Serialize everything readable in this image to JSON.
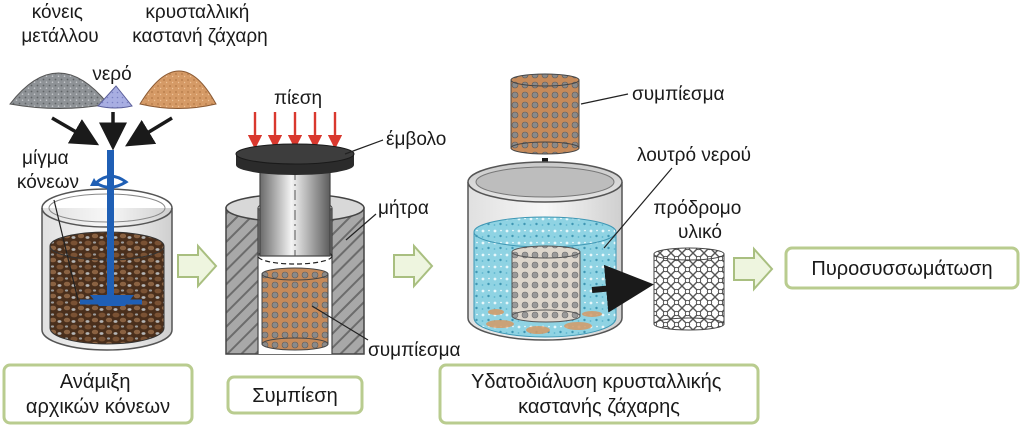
{
  "labels": {
    "metal_powder": [
      "κόνεις",
      "μετάλλου"
    ],
    "water": "νερό",
    "sugar": [
      "κρυσταλλική",
      "καστανή ζάχαρη"
    ],
    "powder_mix": [
      "μίγμα",
      "κόνεων"
    ],
    "pressure": "πίεση",
    "piston": "έμβολο",
    "die": "μήτρα",
    "compact": "συμπίεσμα",
    "compact_top": "συμπίεσμα",
    "water_bath": "λουτρό νερού",
    "precursor": [
      "πρόδρομο",
      "υλικό"
    ]
  },
  "stages": {
    "mixing": [
      "Ανάμιξη",
      "αρχικών κόνεων"
    ],
    "compaction": "Συμπίεση",
    "dissolution": [
      "Υδατοδιάλυση κρυσταλλικής",
      "καστανής ζάχαρης"
    ],
    "sintering": "Πυροσυσσωμάτωση"
  },
  "colors": {
    "metal": "#8e9296",
    "sugar": "#d59a66",
    "water_powder": "#9aa0d8",
    "stirrer": "#1f5fb5",
    "arrow_fill": "#eef5df",
    "arrow_stroke": "#a9bf80",
    "piston": "#2b2b2b",
    "press_arrow": "#d9382e",
    "bath": "#8fd3e3",
    "box_border": "#b9cc8f"
  }
}
